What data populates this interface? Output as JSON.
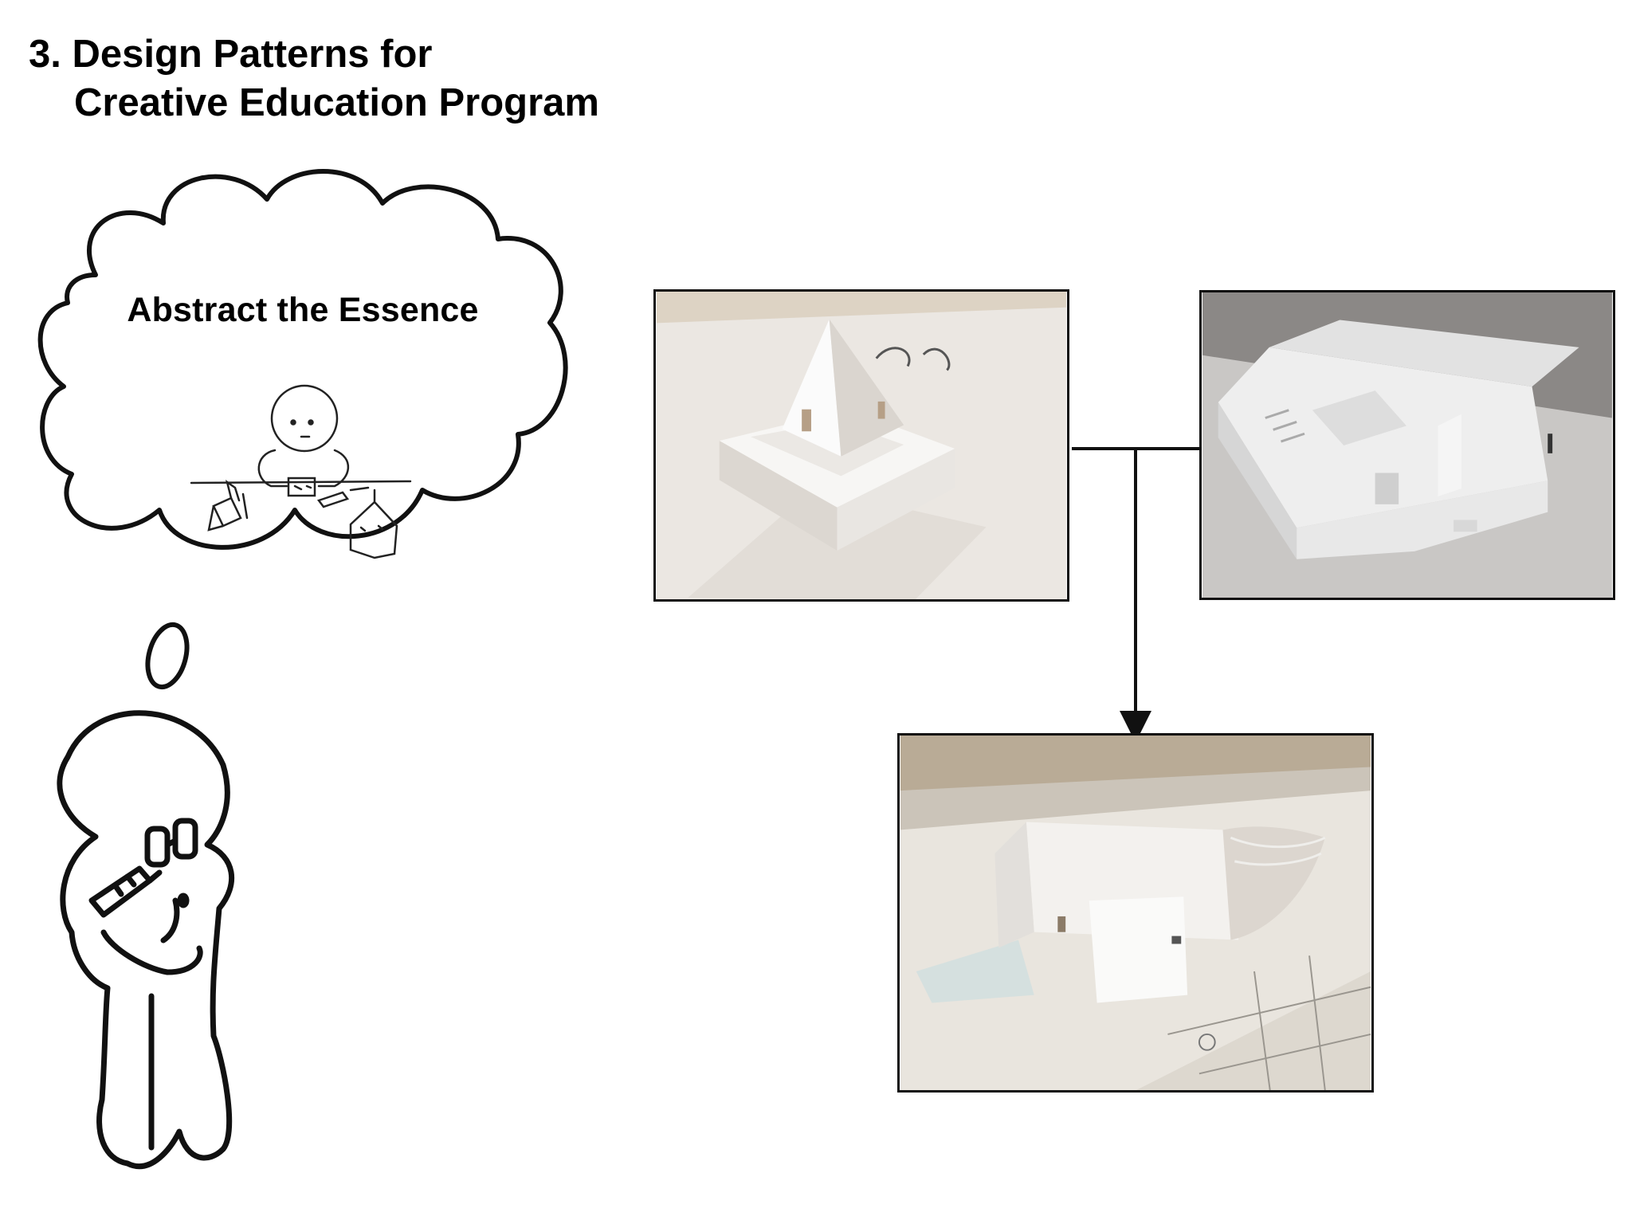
{
  "slide": {
    "title_line1": "3. Design Patterns for",
    "title_line2": "Creative Education Program"
  },
  "thought_bubble": {
    "text": "Abstract the Essence"
  },
  "photos": [
    {
      "subject": "paper-model-pyramid-house"
    },
    {
      "subject": "paper-model-open-floor-plan"
    },
    {
      "subject": "paper-model-curved-roof-house"
    }
  ],
  "colors": {
    "line": "#111111",
    "paper": "#f4f2ef",
    "shadow": "#c9c2ba"
  }
}
